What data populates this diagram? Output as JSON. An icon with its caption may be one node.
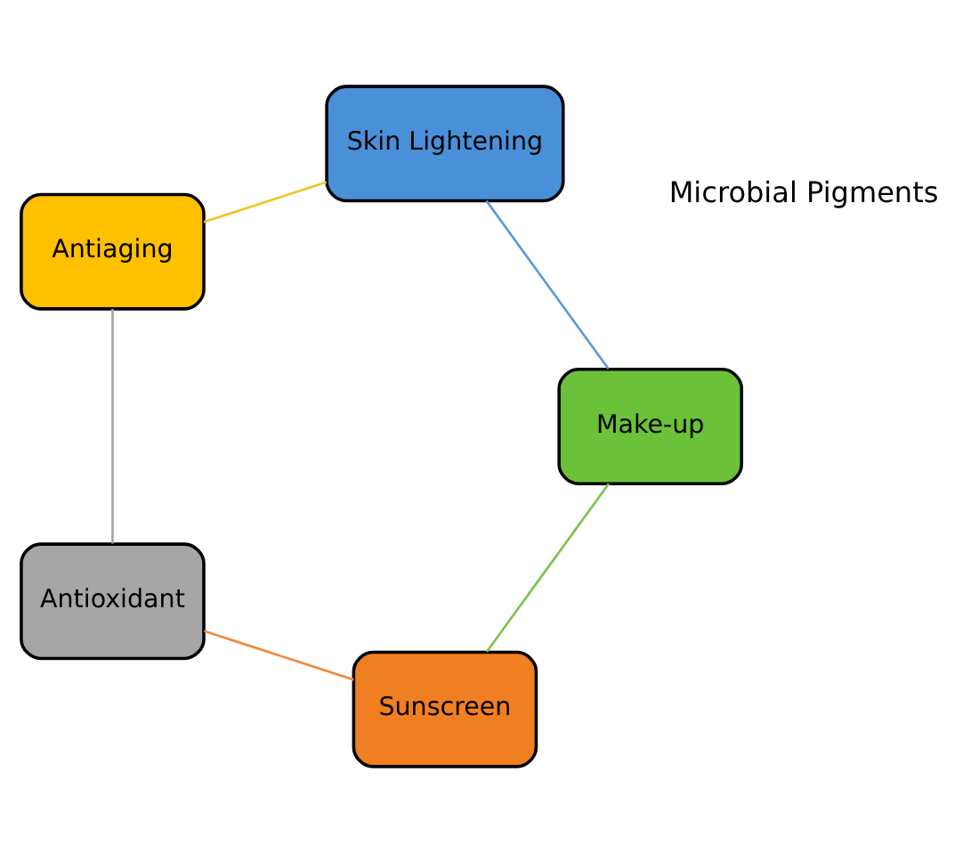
{
  "diagram": {
    "nodes": [
      {
        "text": [
          "Sunscreen"
        ]
      },
      {
        "text": [
          "Antioxidant"
        ]
      },
      {
        "text": [
          "Antiaging"
        ]
      },
      {
        "text": [
          "Skin Lightening"
        ]
      },
      {
        "text": [
          "Make-up"
        ]
      }
    ],
    "edges": [
      {
        "from": 0,
        "to": 1,
        "arrow": "none",
        "color": "#f08a3c"
      },
      {
        "from": 1,
        "to": 2,
        "arrow": "none",
        "color": "#a6a6a6"
      },
      {
        "from": 2,
        "to": 3,
        "arrow": "none",
        "color": "#f5c22a"
      },
      {
        "from": 3,
        "to": 4,
        "arrow": "none",
        "color": "#5b9bd5"
      },
      {
        "from": 4,
        "to": 0,
        "arrow": "none",
        "color": "#7cc450"
      }
    ],
    "labels": [
      "Microbial Pigments"
    ]
  }
}
